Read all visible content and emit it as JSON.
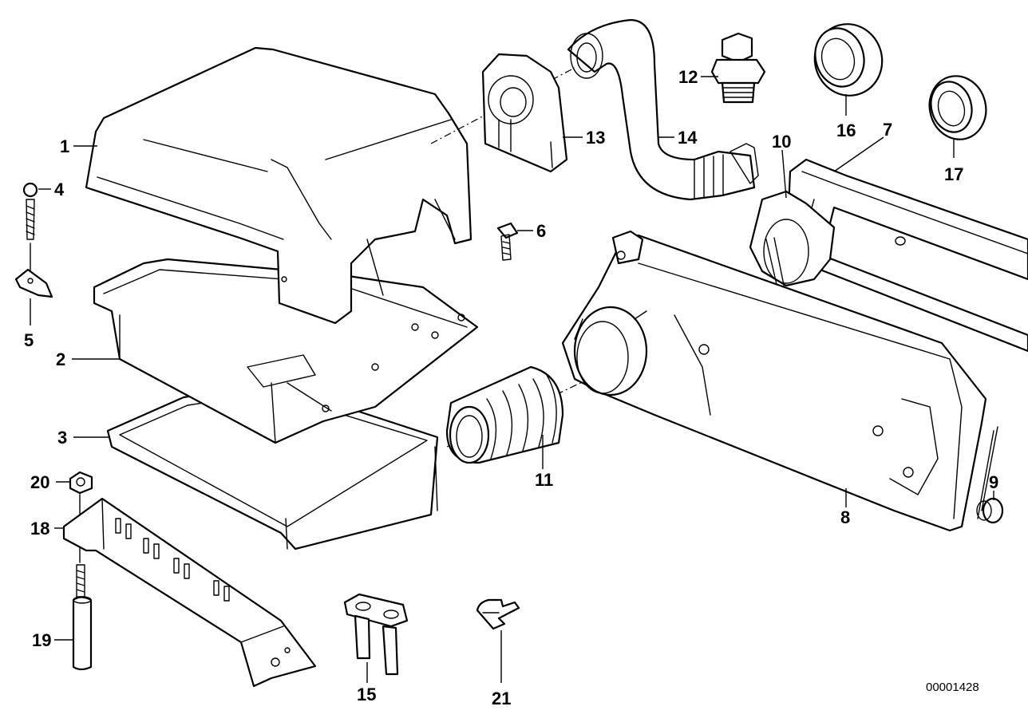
{
  "diagram": {
    "reference_number": "00001428",
    "callouts": {
      "c1": "1",
      "c2": "2",
      "c3": "3",
      "c4": "4",
      "c5": "5",
      "c6": "6",
      "c7": "7",
      "c8": "8",
      "c9": "9",
      "c10": "10",
      "c11": "11",
      "c12": "12",
      "c13": "13",
      "c14": "14",
      "c15": "15",
      "c16": "16",
      "c17": "17",
      "c18": "18",
      "c19": "19",
      "c20": "20",
      "c21": "21"
    }
  }
}
